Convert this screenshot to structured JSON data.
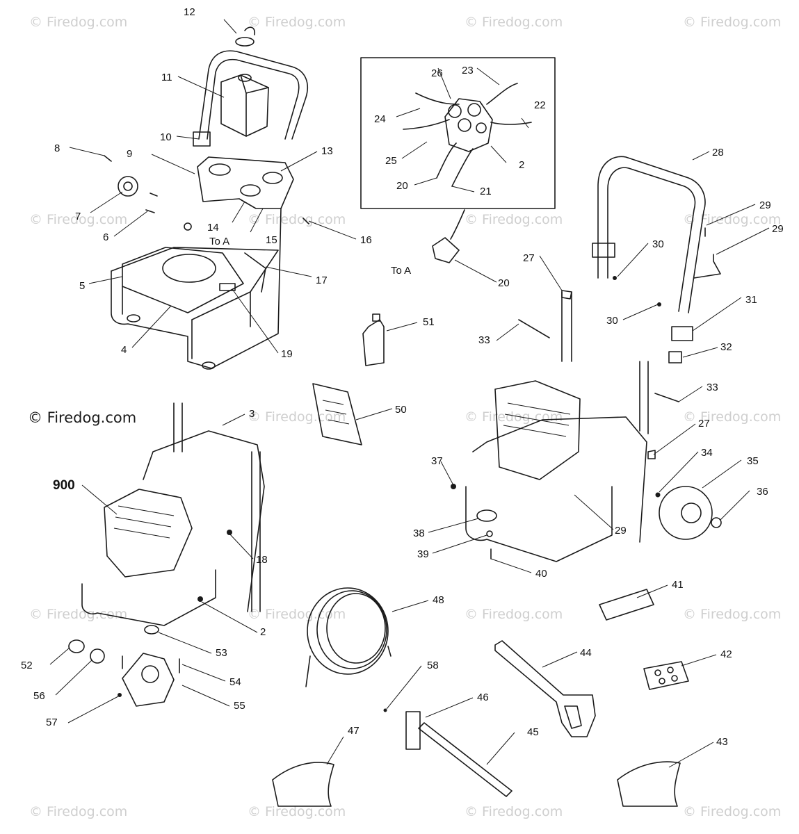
{
  "watermark": {
    "text": "© Firedog.com",
    "prominent_text": "© Firedog.com"
  },
  "connector_label": "To A",
  "callouts": {
    "engine": "900",
    "c2a": "2",
    "c2b": "2",
    "c3": "3",
    "c4": "4",
    "c5": "5",
    "c6": "6",
    "c7": "7",
    "c8": "8",
    "c9": "9",
    "c10": "10",
    "c11": "11",
    "c12": "12",
    "c13": "13",
    "c14": "14",
    "c15": "15",
    "c16": "16",
    "c17": "17",
    "c18": "18",
    "c19": "19",
    "c20a": "20",
    "c20b": "20",
    "c21": "21",
    "c22": "22",
    "c23": "23",
    "c24": "24",
    "c25": "25",
    "c26": "26",
    "c27a": "27",
    "c27b": "27",
    "c28": "28",
    "c29a": "29",
    "c29b": "29",
    "c29c": "29",
    "c30a": "30",
    "c30b": "30",
    "c31": "31",
    "c32": "32",
    "c33a": "33",
    "c33b": "33",
    "c34": "34",
    "c35": "35",
    "c36": "36",
    "c37": "37",
    "c38": "38",
    "c39": "39",
    "c40": "40",
    "c41": "41",
    "c42": "42",
    "c43": "43",
    "c44": "44",
    "c45": "45",
    "c46": "46",
    "c47": "47",
    "c48": "48",
    "c50": "50",
    "c51": "51",
    "c52": "52",
    "c53": "53",
    "c54": "54",
    "c55": "55",
    "c56": "56",
    "c57": "57",
    "c58": "58"
  }
}
